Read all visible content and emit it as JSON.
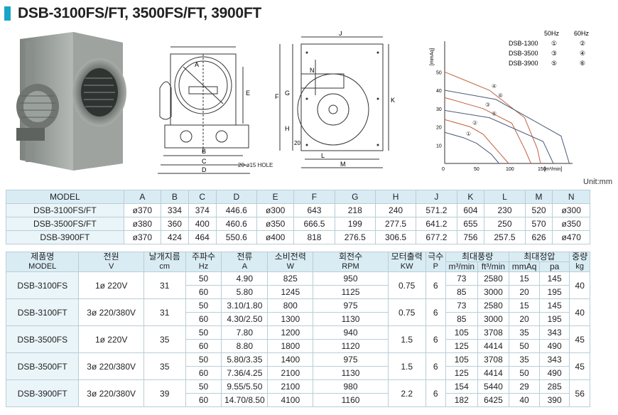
{
  "title": "DSB-3100FS/FT, 3500FS/FT, 3900FT",
  "unit_note": "Unit:mm",
  "drawing": {
    "hole_label": "20-ø15 HOLE",
    "front": [
      "A",
      "B",
      "C",
      "D",
      "E"
    ],
    "side": [
      "J",
      "N",
      "F",
      "G",
      "H",
      "K",
      "L",
      "M",
      "20"
    ]
  },
  "chart_data": {
    "type": "line",
    "xlabel": "[m³/min]",
    "ylabel": "[mmAq]",
    "xlim": [
      0,
      150
    ],
    "ylim": [
      0,
      50
    ],
    "x_ticks": [
      "0",
      "50",
      "100",
      "150"
    ],
    "y_ticks": [
      "50",
      "40",
      "30",
      "20",
      "10"
    ],
    "legend_header": [
      "50Hz",
      "60Hz"
    ],
    "legend_rows": [
      {
        "model": "DSB-1300",
        "hz50": "①",
        "hz60": "②"
      },
      {
        "model": "DSB-3500",
        "hz50": "③",
        "hz60": "④"
      },
      {
        "model": "DSB-3900",
        "hz50": "⑤",
        "hz60": "⑥"
      }
    ],
    "series": [
      {
        "name": "①",
        "x": [
          0,
          30,
          50,
          73,
          85
        ],
        "y": [
          17,
          14,
          11,
          5,
          0
        ]
      },
      {
        "name": "②",
        "x": [
          0,
          40,
          60,
          85,
          100
        ],
        "y": [
          24,
          20,
          16,
          6,
          0
        ]
      },
      {
        "name": "③",
        "x": [
          0,
          60,
          105,
          125,
          135
        ],
        "y": [
          36,
          30,
          22,
          8,
          0
        ]
      },
      {
        "name": "④",
        "x": [
          0,
          70,
          125,
          145,
          150
        ],
        "y": [
          50,
          40,
          25,
          8,
          0
        ]
      },
      {
        "name": "⑤",
        "x": [
          0,
          70,
          154,
          170
        ],
        "y": [
          29,
          25,
          12,
          0
        ]
      },
      {
        "name": "⑥",
        "x": [
          0,
          80,
          182,
          195
        ],
        "y": [
          40,
          35,
          15,
          0
        ]
      }
    ]
  },
  "dims_table": {
    "headers": [
      "MODEL",
      "A",
      "B",
      "C",
      "D",
      "E",
      "F",
      "G",
      "H",
      "J",
      "K",
      "L",
      "M",
      "N"
    ],
    "rows": [
      [
        "DSB-3100FS/FT",
        "ø370",
        "334",
        "374",
        "446.6",
        "ø300",
        "643",
        "218",
        "240",
        "571.2",
        "604",
        "230",
        "520",
        "ø300"
      ],
      [
        "DSB-3500FS/FT",
        "ø380",
        "360",
        "400",
        "460.6",
        "ø350",
        "666.5",
        "199",
        "277.5",
        "641.2",
        "655",
        "250",
        "570",
        "ø350"
      ],
      [
        "DSB-3900FT",
        "ø370",
        "424",
        "464",
        "550.6",
        "ø400",
        "818",
        "276.5",
        "306.5",
        "677.2",
        "756",
        "257.5",
        "626",
        "ø470"
      ]
    ]
  },
  "spec_table": {
    "h": {
      "model_ko": "제품명",
      "model_en": "MODEL",
      "power_ko": "전원",
      "power_en": "V",
      "blade_ko": "날개지름",
      "blade_en": "cm",
      "freq_ko": "주파수",
      "freq_en": "Hz",
      "current_ko": "전류",
      "current_en": "A",
      "watt_ko": "소비전력",
      "watt_en": "W",
      "rpm_ko": "회전수",
      "rpm_en": "RPM",
      "motor_ko": "모터출력",
      "motor_en": "KW",
      "pole_ko": "극수",
      "pole_en": "P",
      "flow_ko": "최대풍량",
      "flow_m3": "m³/min",
      "flow_ft3": "ft³/min",
      "press_ko": "최대정압",
      "press_mmaq": "mmAq",
      "press_pa": "pa",
      "weight_ko": "중량",
      "weight_en": "kg"
    },
    "models": [
      {
        "name": "DSB-3100FS",
        "power": "1ø 220V",
        "blade": "31",
        "motor": "0.75",
        "pole": "6",
        "weight": "40",
        "rows": [
          [
            "50",
            "4.90",
            "825",
            "950",
            "73",
            "2580",
            "15",
            "145"
          ],
          [
            "60",
            "5.80",
            "1245",
            "1125",
            "85",
            "3000",
            "20",
            "195"
          ]
        ]
      },
      {
        "name": "DSB-3100FT",
        "power": "3ø 220/380V",
        "blade": "31",
        "motor": "0.75",
        "pole": "6",
        "weight": "40",
        "rows": [
          [
            "50",
            "3.10/1.80",
            "800",
            "975",
            "73",
            "2580",
            "15",
            "145"
          ],
          [
            "60",
            "4.30/2.50",
            "1300",
            "1130",
            "85",
            "3000",
            "20",
            "195"
          ]
        ]
      },
      {
        "name": "DSB-3500FS",
        "power": "1ø 220V",
        "blade": "35",
        "motor": "1.5",
        "pole": "6",
        "weight": "45",
        "rows": [
          [
            "50",
            "7.80",
            "1200",
            "940",
            "105",
            "3708",
            "35",
            "343"
          ],
          [
            "60",
            "8.80",
            "1800",
            "1120",
            "125",
            "4414",
            "50",
            "490"
          ]
        ]
      },
      {
        "name": "DSB-3500FT",
        "power": "3ø 220/380V",
        "blade": "35",
        "motor": "1.5",
        "pole": "6",
        "weight": "45",
        "rows": [
          [
            "50",
            "5.80/3.35",
            "1400",
            "975",
            "105",
            "3708",
            "35",
            "343"
          ],
          [
            "60",
            "7.36/4.25",
            "2100",
            "1130",
            "125",
            "4414",
            "50",
            "490"
          ]
        ]
      },
      {
        "name": "DSB-3900FT",
        "power": "3ø 220/380V",
        "blade": "39",
        "motor": "2.2",
        "pole": "6",
        "weight": "56",
        "rows": [
          [
            "50",
            "9.55/5.50",
            "2100",
            "980",
            "154",
            "5440",
            "29",
            "285"
          ],
          [
            "60",
            "14.70/8.50",
            "4100",
            "1160",
            "182",
            "6425",
            "40",
            "390"
          ]
        ]
      }
    ]
  }
}
